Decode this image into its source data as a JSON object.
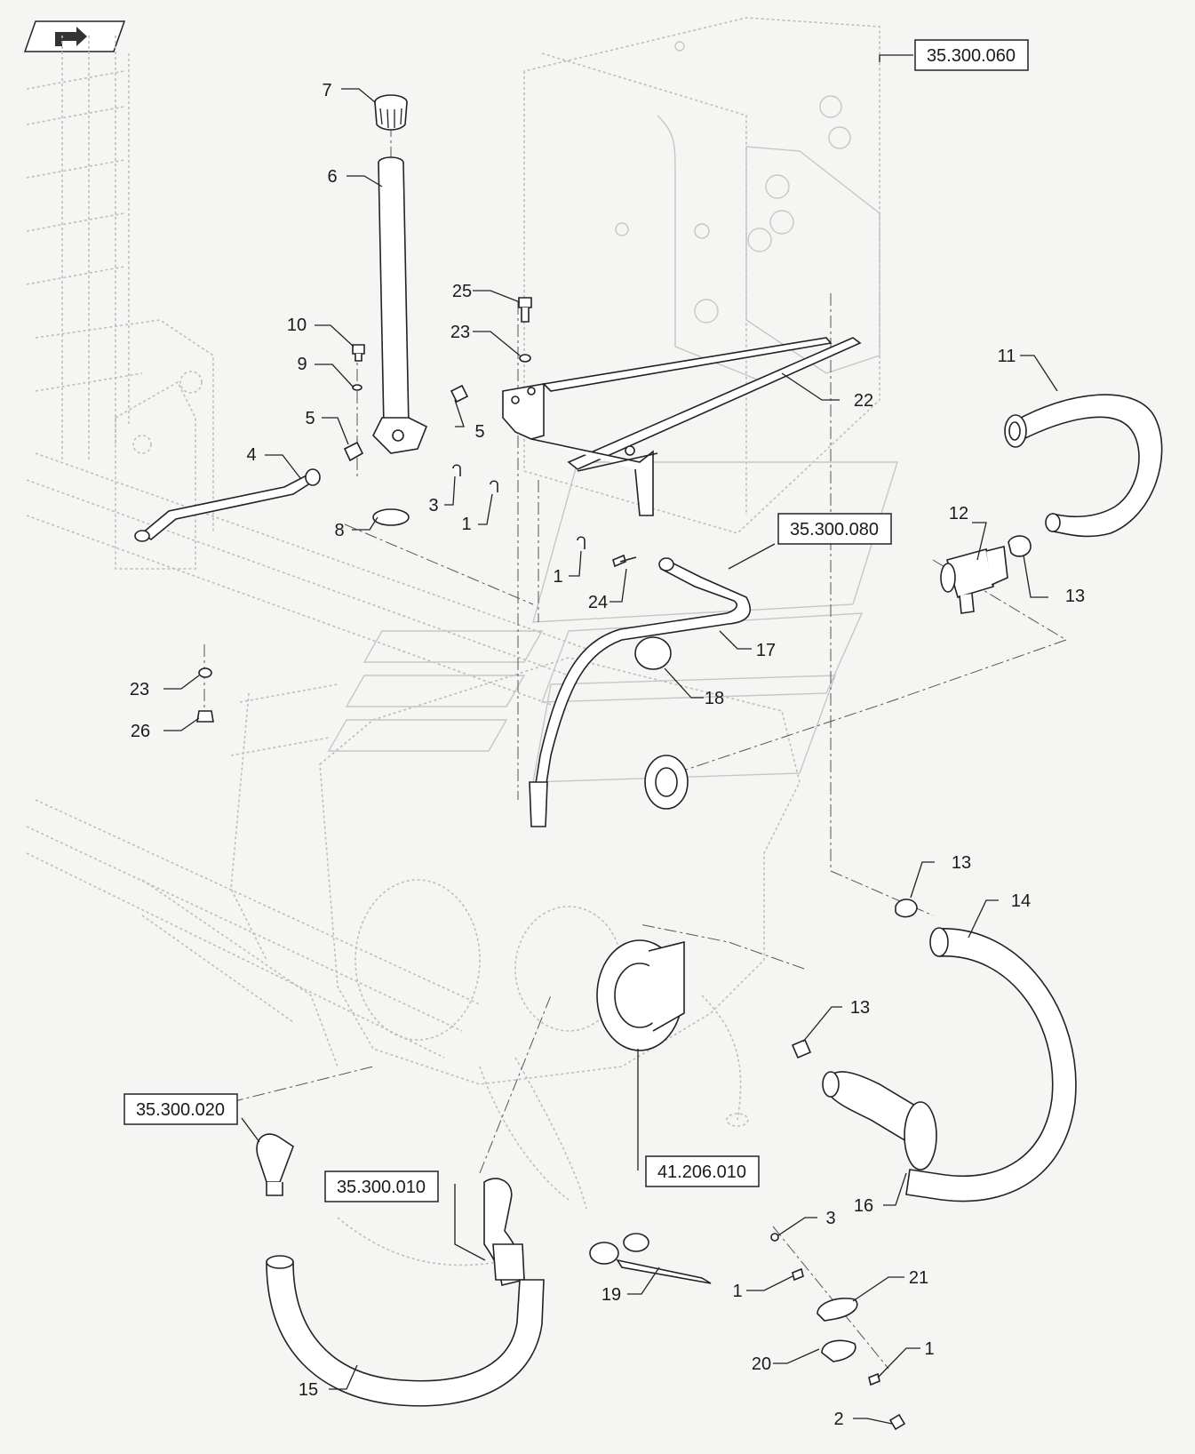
{
  "diagram": {
    "nav_button_icon": "return-arrow-icon",
    "references": {
      "r060": "35.300.060",
      "r080": "35.300.080",
      "r020": "35.300.020",
      "r010": "35.300.010",
      "r41": "41.206.010"
    },
    "callouts": {
      "c7": "7",
      "c6": "6",
      "c10": "10",
      "c9": "9",
      "c5a": "5",
      "c5b": "5",
      "c4": "4",
      "c3a": "3",
      "c1a": "1",
      "c8": "8",
      "c25": "25",
      "c23a": "23",
      "c22": "22",
      "c11": "11",
      "c12": "12",
      "c13a": "13",
      "c1b": "1",
      "c24": "24",
      "c17": "17",
      "c18": "18",
      "c23b": "23",
      "c26": "26",
      "c13b": "13",
      "c14": "14",
      "c13c": "13",
      "c16": "16",
      "c3b": "3",
      "c21": "21",
      "c1c": "1",
      "c19": "19",
      "c20": "20",
      "c1d": "1",
      "c2": "2",
      "c15": "15"
    }
  }
}
